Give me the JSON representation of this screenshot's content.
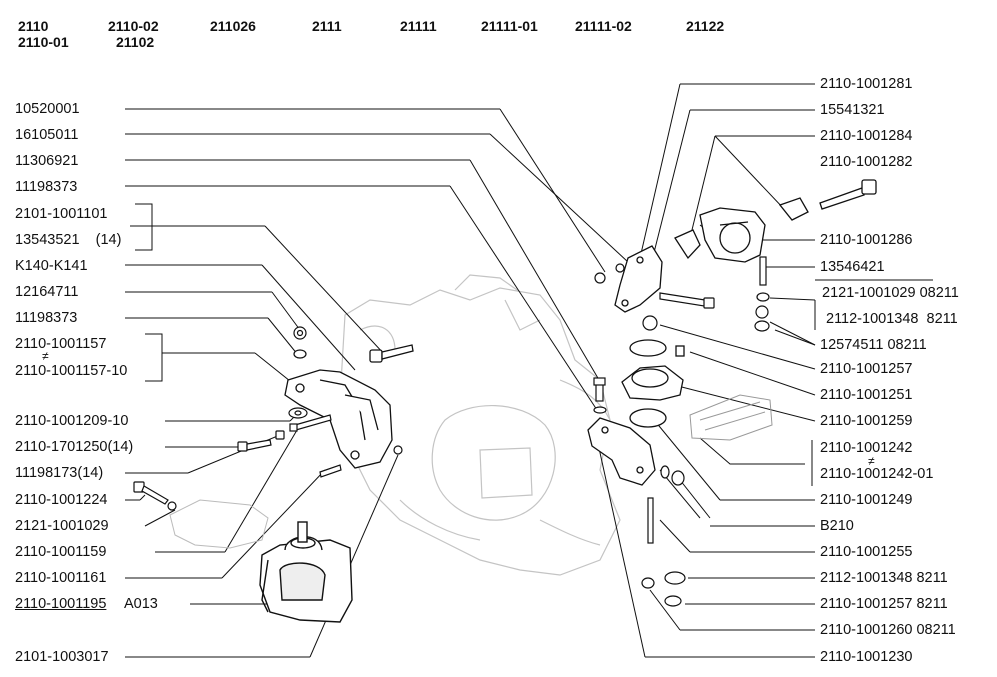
{
  "header": {
    "models": [
      {
        "line1": "2110",
        "line2": "2110-01"
      },
      {
        "line1": "2110-02",
        "line2": "21102"
      },
      {
        "line1": "211026",
        "line2": ""
      },
      {
        "line1": "2111",
        "line2": ""
      },
      {
        "line1": "21111",
        "line2": ""
      },
      {
        "line1": "21111-01",
        "line2": ""
      },
      {
        "line1": "21111-02",
        "line2": ""
      },
      {
        "line1": "21122",
        "line2": ""
      }
    ]
  },
  "left_callouts": [
    "10520001",
    "16105011",
    "11306921",
    "11198373",
    "2101-1001101",
    "13543521    (14)",
    "K140-K141",
    "12164711",
    "11198373",
    "2110-1001157",
    "2110-1001157-10",
    "2110-1001209-10",
    "2110-1701250(14)",
    "11198173(14)",
    "2110-1001224",
    "2121-1001029",
    "2110-1001159",
    "2110-1001161",
    "2110-1001195",
    "A013",
    "2101-1003017"
  ],
  "right_callouts": [
    "2110-1001281",
    "15541321",
    "2110-1001284",
    "2110-1001282",
    "2110-1001286",
    "13546421",
    "2121-1001029 08211",
    "2112-1001348  8211",
    "12574511 08211",
    "2110-1001257",
    "2110-1001251",
    "2110-1001259",
    "2110-1001242",
    "2110-1001242-01",
    "2110-1001249",
    "B210",
    "2110-1001255",
    "2112-1001348 8211",
    "2110-1001257 8211",
    "2110-1001260 08211",
    "2110-1001230"
  ],
  "colors": {
    "ink": "#111111",
    "ghost": "#bfbfbf",
    "paper": "#ffffff"
  }
}
